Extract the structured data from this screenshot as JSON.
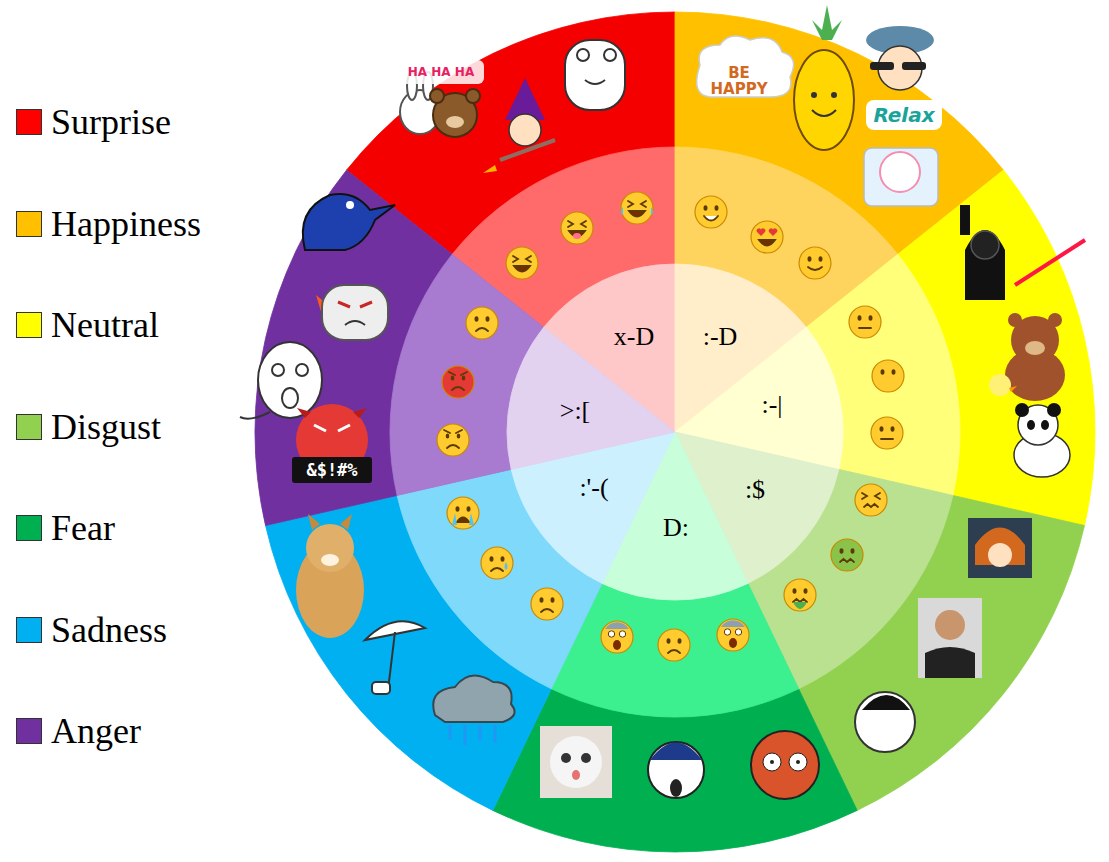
{
  "diagram": {
    "labels": [
      "x-D",
      ":-D",
      ":-|",
      ":$",
      "D:",
      ":'-(",
      ">:[",
      "HA HA HA",
      "BE HAPPY",
      "Relax",
      "&$!#%"
    ],
    "legend": [
      {
        "text": "Surprise",
        "color": "#ff0000"
      },
      {
        "text": "Happiness",
        "color": "#ffc000"
      },
      {
        "text": "Neutral",
        "color": "#ffff00"
      },
      {
        "text": "Disgust",
        "color": "#92d050"
      },
      {
        "text": "Fear",
        "color": "#00b050"
      },
      {
        "text": "Sadness",
        "color": "#00b0f0"
      },
      {
        "text": "Anger",
        "color": "#7030a0"
      }
    ]
  }
}
